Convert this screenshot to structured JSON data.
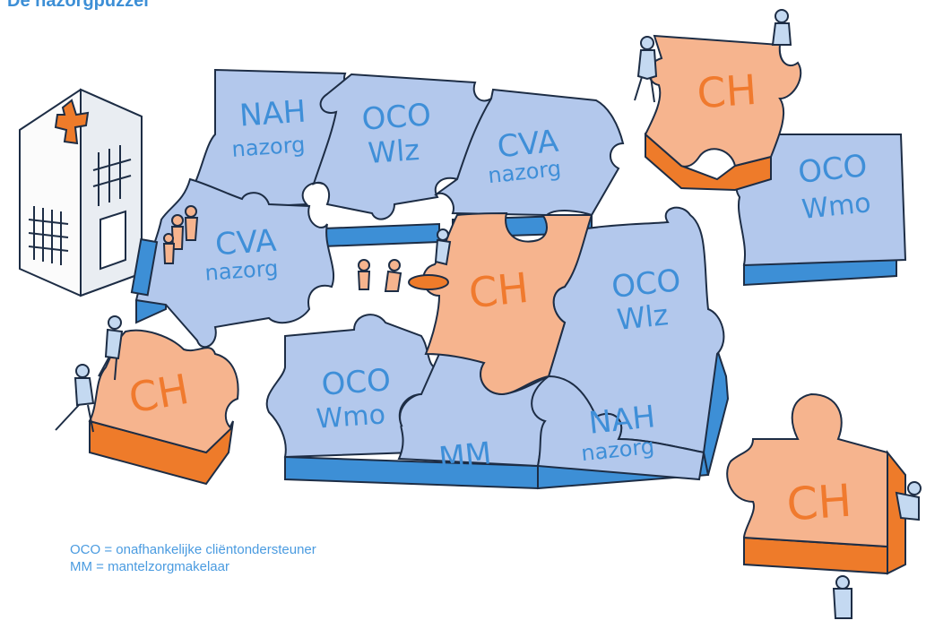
{
  "title": "De nazorgpuzzel",
  "colors": {
    "blue_top": "#b3c8ec",
    "blue_side": "#3d8fd6",
    "orange_top": "#f6b48e",
    "orange_side": "#ee7b2a",
    "text_blue": "#3f8fd8",
    "text_orange": "#f07a2e",
    "outline": "#1d2d45"
  },
  "pieces": [
    {
      "id": "nah-top",
      "lines": [
        "NAH",
        "nazorg"
      ],
      "color": "blue"
    },
    {
      "id": "oco-wlz-top",
      "lines": [
        "OCO",
        "Wlz"
      ],
      "color": "blue"
    },
    {
      "id": "cva-top",
      "lines": [
        "CVA",
        "nazorg"
      ],
      "color": "blue"
    },
    {
      "id": "ch-top-right",
      "lines": [
        "CH"
      ],
      "color": "orange"
    },
    {
      "id": "oco-wmo-right",
      "lines": [
        "OCO",
        "Wmo"
      ],
      "color": "blue"
    },
    {
      "id": "cva-left",
      "lines": [
        "CVA",
        "nazorg"
      ],
      "color": "blue"
    },
    {
      "id": "ch-center",
      "lines": [
        "CH"
      ],
      "color": "orange"
    },
    {
      "id": "oco-wlz-mid",
      "lines": [
        "OCO",
        "Wlz"
      ],
      "color": "blue"
    },
    {
      "id": "ch-left",
      "lines": [
        "CH"
      ],
      "color": "orange"
    },
    {
      "id": "oco-wmo-bottom",
      "lines": [
        "OCO",
        "Wmo"
      ],
      "color": "blue"
    },
    {
      "id": "mm",
      "lines": [
        "MM"
      ],
      "color": "blue"
    },
    {
      "id": "nah-bottom",
      "lines": [
        "NAH",
        "nazorg"
      ],
      "color": "blue"
    },
    {
      "id": "ch-bottom-right",
      "lines": [
        "CH"
      ],
      "color": "orange"
    }
  ],
  "legend": [
    "OCO = onafhankelijke cliëntondersteuner",
    "MM = mantelzorgmakelaar"
  ]
}
